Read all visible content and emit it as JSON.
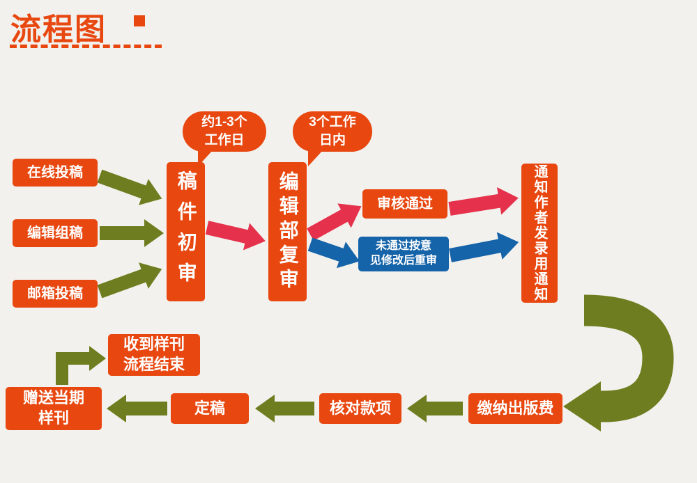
{
  "page": {
    "title": "流程图"
  },
  "bubbles": {
    "initial_review_duration": "约1-3个\n工作日",
    "recheck_duration": "3个工作\n日内"
  },
  "nodes": {
    "online_submission": "在线投稿",
    "editor_solicited": "编辑组稿",
    "email_submission": "邮箱投稿",
    "manuscript_initial_review": "稿件初审",
    "editorial_dept_recheck": "编辑部复审",
    "review_passed": "审核通过",
    "review_not_passed": "未通过按意\n见修改后重审",
    "notify_author_acceptance": "通知作者发录用通知",
    "pay_publication_fee": "缴纳出版费",
    "verify_payment": "核对款项",
    "finalize_manuscript": "定稿",
    "gift_current_issue": "赠送当期\n样刊",
    "receive_sample_end": "收到样刊\n流程结束"
  },
  "colors": {
    "accent_orange": "#e8470f",
    "arrow_green": "#6e7d1f",
    "arrow_red": "#e5314b",
    "arrow_blue": "#1563a8",
    "node_blue": "#1563a8",
    "background": "#f2f1ed"
  }
}
